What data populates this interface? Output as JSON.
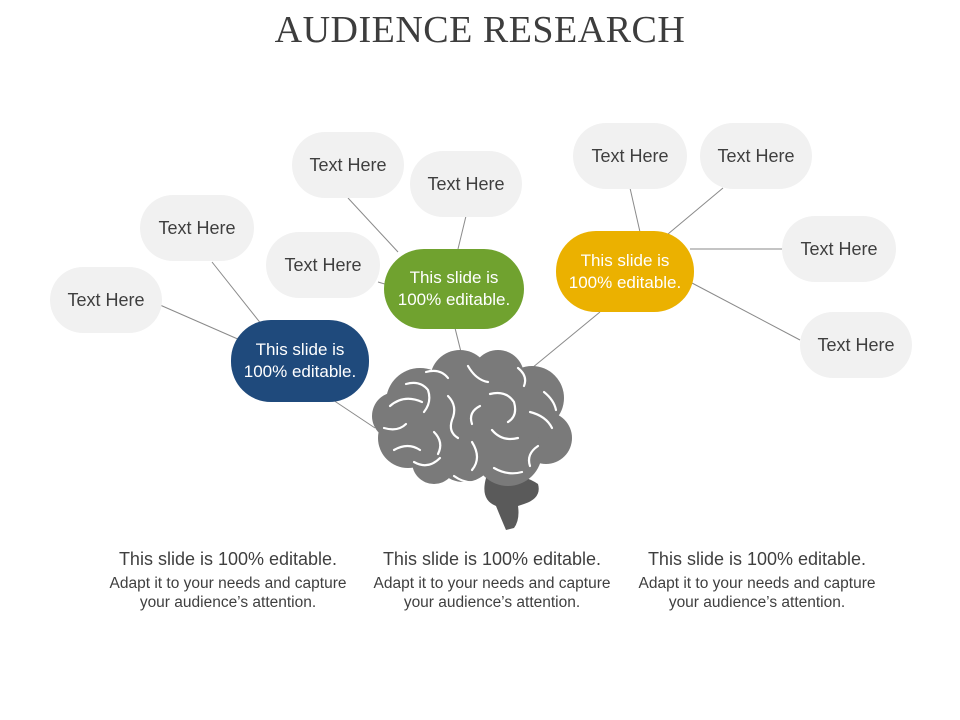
{
  "title": "AUDIENCE RESEARCH",
  "colors": {
    "blue": "#1f4a7c",
    "green": "#70a22f",
    "gold": "#ebb100",
    "bubble": "#f1f1f1",
    "brain": "#7a7a7a",
    "brain_stem": "#5a5a5a"
  },
  "hubs": {
    "blue": "This slide is 100% editable.",
    "green": "This slide is 100% editable.",
    "gold": "This slide is 100% editable."
  },
  "bubbles": {
    "b1": "Text Here",
    "b2": "Text Here",
    "b3": "Text Here",
    "b4": "Text Here",
    "b5": "Text Here",
    "b6": "Text Here",
    "b7": "Text Here",
    "b8": "Text Here",
    "b9": "Text Here"
  },
  "captions": [
    {
      "heading": "This slide is 100% editable.",
      "body": "Adapt it to your needs and capture your audience’s attention."
    },
    {
      "heading": "This slide is 100% editable.",
      "body": "Adapt it to your needs and capture your audience’s attention."
    },
    {
      "heading": "This slide is 100% editable.",
      "body": "Adapt it to your needs and capture your audience’s attention."
    }
  ],
  "icons": {
    "brain": "brain-icon"
  }
}
